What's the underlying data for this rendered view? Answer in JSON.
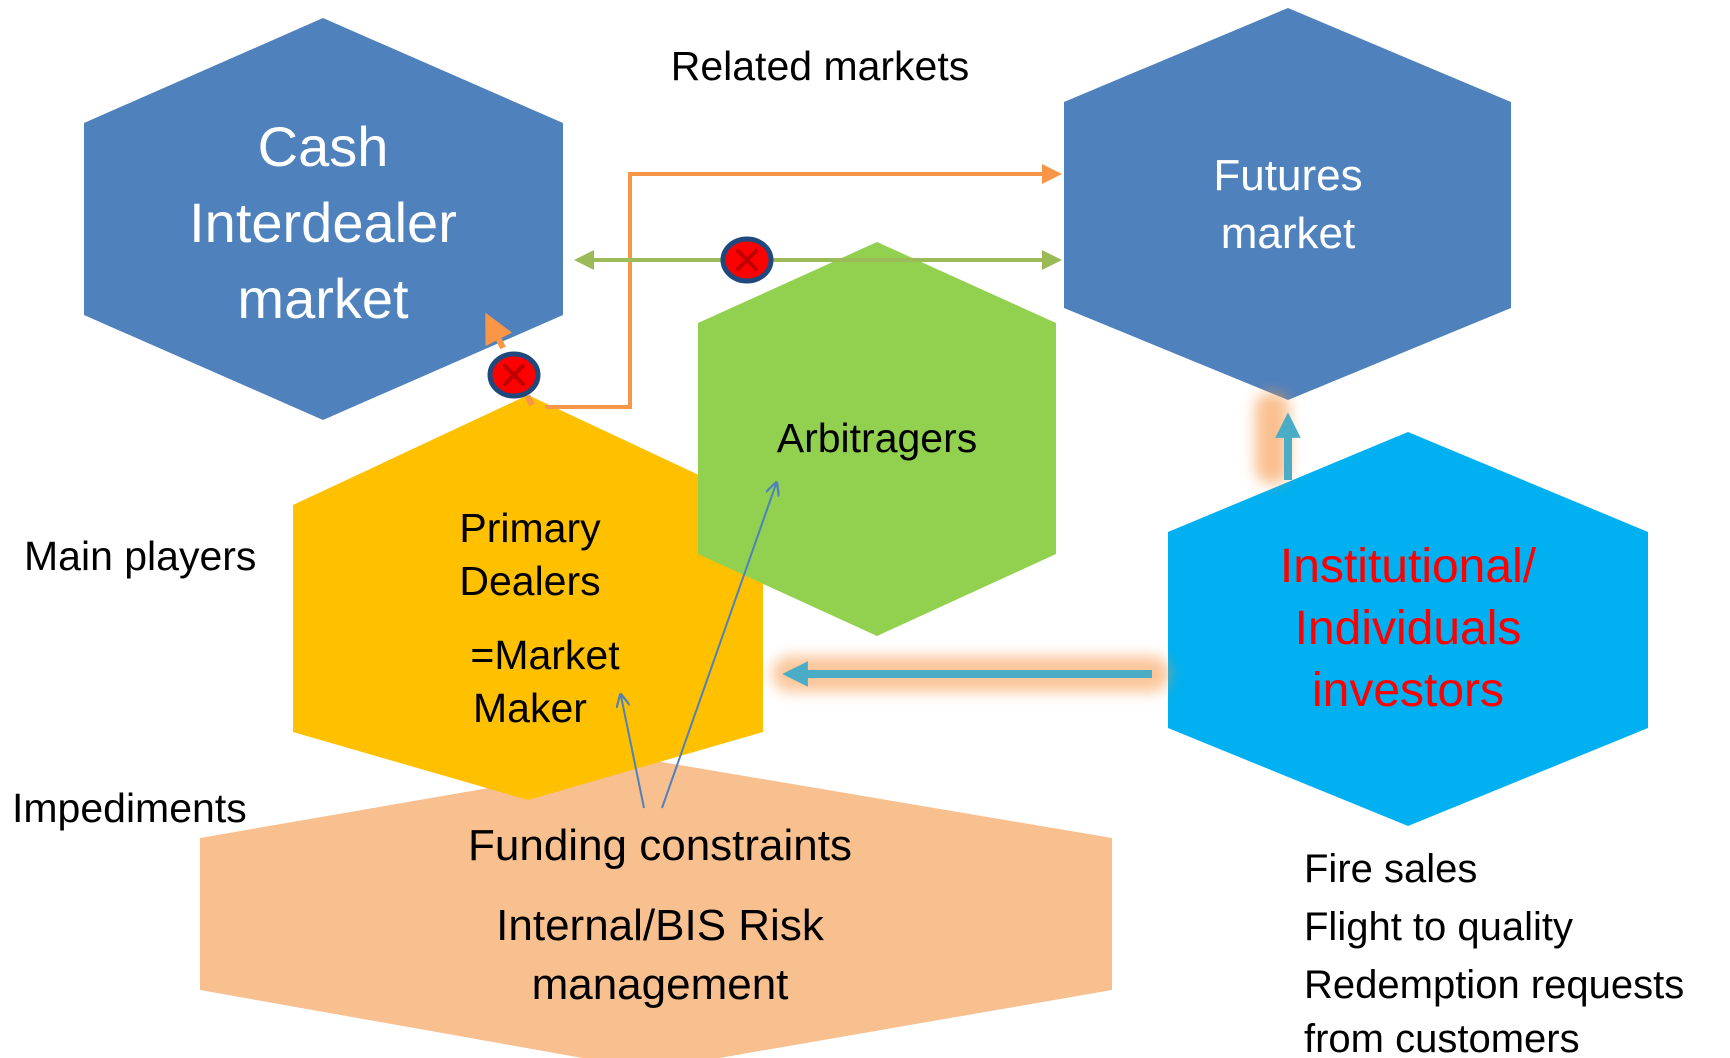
{
  "section_labels": {
    "related_markets": "Related markets",
    "main_players": "Main players",
    "impediments": "Impediments"
  },
  "nodes": {
    "cash_interdealer": {
      "lines": [
        "Cash",
        "Interdealer",
        "market"
      ],
      "fill": "#4f81bd",
      "text_color": "#ffffff"
    },
    "futures": {
      "lines": [
        "Futures",
        "market"
      ],
      "fill": "#4f81bd",
      "text_color": "#ffffff"
    },
    "arbitragers": {
      "lines": [
        "Arbitragers"
      ],
      "fill": "#92d050",
      "text_color": "#000000"
    },
    "primary_dealers": {
      "lines": [
        "Primary",
        "Dealers",
        "=Market",
        "Maker"
      ],
      "fill": "#ffc000",
      "text_color": "#000000"
    },
    "investors": {
      "lines": [
        "Institutional/",
        "Individuals",
        "investors"
      ],
      "fill": "#00b0f0",
      "text_color": "#ff0000"
    },
    "impediments_box": {
      "lines": [
        "Funding constraints",
        "Internal/BIS Risk",
        "management"
      ],
      "fill": "#f8bf8f",
      "text_color": "#000000"
    }
  },
  "investor_effects": [
    "Fire sales",
    "Flight to quality",
    "Redemption requests",
    "from customers"
  ],
  "colors": {
    "orange_arrow": "#f79646",
    "green_arrow": "#9bbb59",
    "blue_arrow": "#4bacc6",
    "thin_arrow": "#4f81bd",
    "blocked_marker_fill": "#ff0000",
    "blocked_marker_ring": "#1f497d"
  },
  "icons": [
    "blocked-x-icon"
  ]
}
